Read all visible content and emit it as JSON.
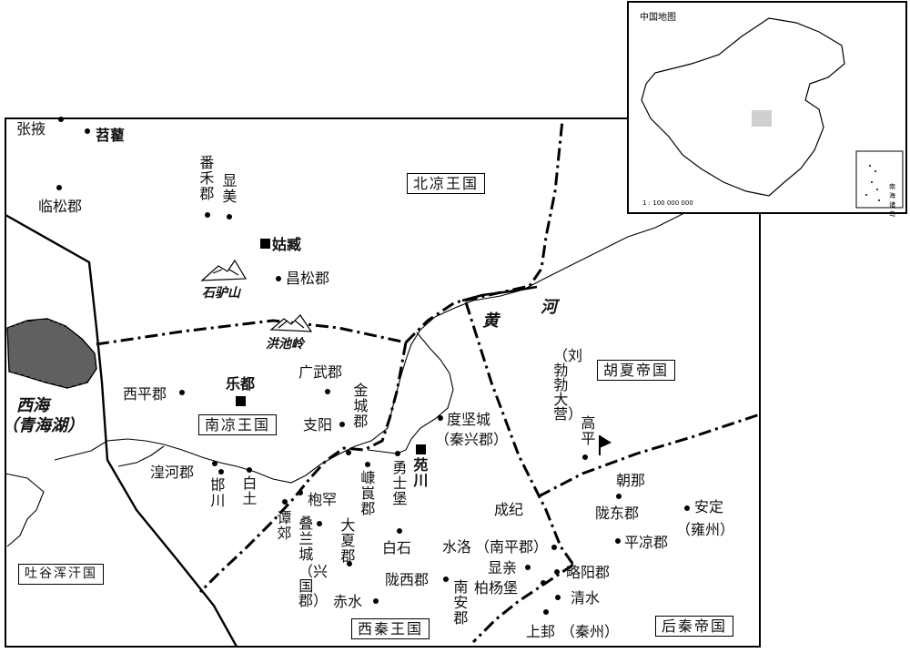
{
  "inset": {
    "title": "中国地图",
    "scale": "1 : 100 000 000",
    "south_sea_label": "南海诸岛"
  },
  "kingdoms": {
    "beiliang": "北凉王国",
    "nanliang": "南凉王国",
    "huxia": "胡夏帝国",
    "tuyuhun": "吐谷浑汗国",
    "xiqin": "西秦王国",
    "houqin": "后秦帝国"
  },
  "features": {
    "shiluoshan": "石驴山",
    "hongchiling": "洪池岭",
    "xihai": "西海",
    "qinghaihu": "（青海湖）",
    "huang": "黄",
    "he": "河"
  },
  "places": {
    "zhangye": "张掖",
    "tiaotang": "苕藋",
    "linsongjun": "临松郡",
    "fanhejun": "番禾郡",
    "xianmei": "显美",
    "guzang": "姑臧",
    "changsongjun": "昌松郡",
    "xipingjun": "西平郡",
    "ledu": "乐都",
    "guangwujun": "广武郡",
    "jinchengjun": "金城郡",
    "zhiyang": "支阳",
    "dujiancheng": "度坚城",
    "qinxingjun": "（秦兴郡）",
    "liubobo": "（刘勃勃大营）",
    "gaoping": "高平",
    "huanghejun": "湟河郡",
    "pichuan": "邯川",
    "baitu": "白土",
    "lianlangjun": "嵻峎郡",
    "yongshibao": "勇士堡",
    "yuanchuan": "苑川",
    "baohan": "枹罕",
    "tanjiao": "谭郊",
    "dielancheng": "叠兰城",
    "xingguojun": "（兴国郡）",
    "daxiajun": "大夏郡",
    "baishi": "白石",
    "chengji": "成纪",
    "shuiluo": "水洛",
    "nanpingjun": "（南平郡）",
    "chaona": "朝那",
    "longdongjun": "陇东郡",
    "anding": "安定",
    "yongzhou": "（雍州）",
    "pingliangjun": "平凉郡",
    "longxijun": "陇西郡",
    "xianqin": "显亲",
    "boyangbao": "柏杨堡",
    "nananjun": "南安郡",
    "lueyangjun": "略阳郡",
    "qingshui": "清水",
    "chishui": "赤水",
    "shanggui": "上邽",
    "qinzhou": "（秦州）"
  },
  "colors": {
    "ink": "#000000",
    "paper": "#ffffff",
    "land_marker": "#cfcfcf"
  }
}
